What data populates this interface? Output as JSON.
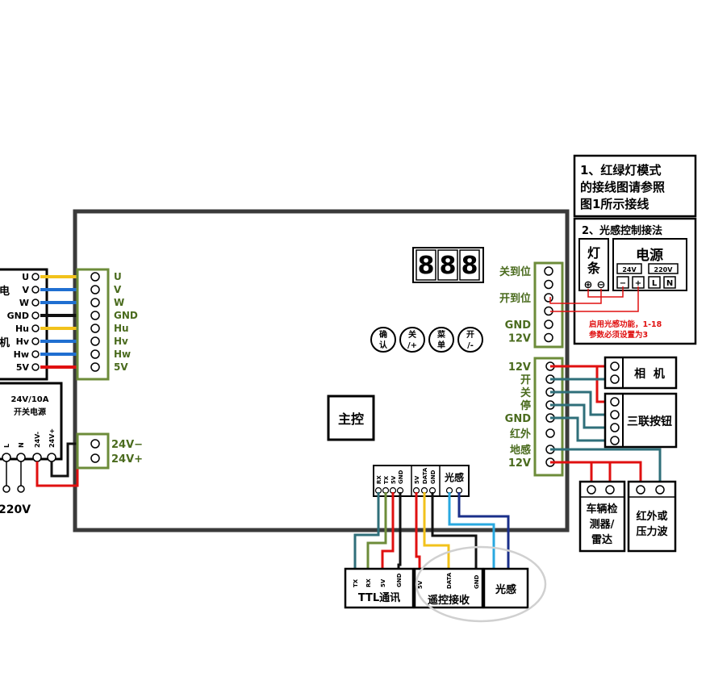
{
  "motor": {
    "pins": [
      "U",
      "V",
      "W",
      "GND",
      "Hu",
      "Hv",
      "Hw",
      "5V"
    ],
    "side_label_top": "电",
    "side_label_bottom": "机"
  },
  "board_motor_terminal": {
    "pins": [
      "U",
      "V",
      "W",
      "GND",
      "Hu",
      "Hv",
      "Hw",
      "5V"
    ]
  },
  "psu": {
    "line1": "24V/10A",
    "line2": "开关电源",
    "pins": [
      "L",
      "N",
      "24V-",
      "24V+"
    ],
    "mains": "220V"
  },
  "board_power_terminal": {
    "pins": [
      "24V−",
      "24V+"
    ]
  },
  "display": {
    "digits": [
      "8",
      "8",
      "8"
    ]
  },
  "keys": [
    {
      "top": "确",
      "bottom": "认"
    },
    {
      "top": "关",
      "bottom": "/+"
    },
    {
      "top": "菜",
      "bottom": "单"
    },
    {
      "top": "开",
      "bottom": "/-"
    }
  ],
  "main_label": "主控",
  "limit_terminal": {
    "pins": [
      "关到位",
      "",
      "开到位",
      "",
      "GND",
      "12V"
    ]
  },
  "io_terminal": {
    "pins": [
      "12V",
      "开",
      "关",
      "停",
      "GND",
      "红外",
      "地感",
      "12V"
    ]
  },
  "camera": "相  机",
  "triple_button": "三联按钮",
  "vehicle_detector": {
    "line1": "车辆检",
    "line2": "测器/",
    "line3": "雷达"
  },
  "infrared": {
    "line1": "红外或",
    "line2": "压力波"
  },
  "bottom_header": {
    "ttl_pins": [
      "RX",
      "TX",
      "5V",
      "GND"
    ],
    "remote_pins": [
      "5V",
      "DATA",
      "GND"
    ],
    "light_label": "光感"
  },
  "ttl_module": {
    "label": "TTL通讯",
    "pins": [
      "TX",
      "RX",
      "5V",
      "GND"
    ]
  },
  "remote_module": {
    "label": "遥控接收",
    "pins": [
      "5V",
      "DATA",
      "GND"
    ]
  },
  "light_module": {
    "label": "光感"
  },
  "note1": {
    "line1": "1、红绿灯模式",
    "line2": "的接线图请参照",
    "line3": "图1所示接线"
  },
  "note2": {
    "title": "2、光感控制接法",
    "lamp_line1": "灯",
    "lamp_line2": "条",
    "lamp_plus": "⊕",
    "lamp_minus": "⊖",
    "power_label": "电源",
    "power_v1": "24V",
    "power_v2": "220V",
    "power_pins": [
      "−",
      "+",
      "L",
      "N"
    ],
    "warn_line1": "启用光感功能，1-18",
    "warn_line2": "参数必须设置为3"
  },
  "colors": {
    "board_frame": "#3a3a3a",
    "terminal_green": "#6d8c3a",
    "yellow": "#f2c21b",
    "blue": "#1f6fd1",
    "black": "#111111",
    "red": "#e01010",
    "teal": "#2f6f7a",
    "olive": "#6d8c3a",
    "light_blue": "#29a8e0",
    "navy": "#1a2f8a",
    "highlight_ellipse": "#d0d0d0"
  }
}
